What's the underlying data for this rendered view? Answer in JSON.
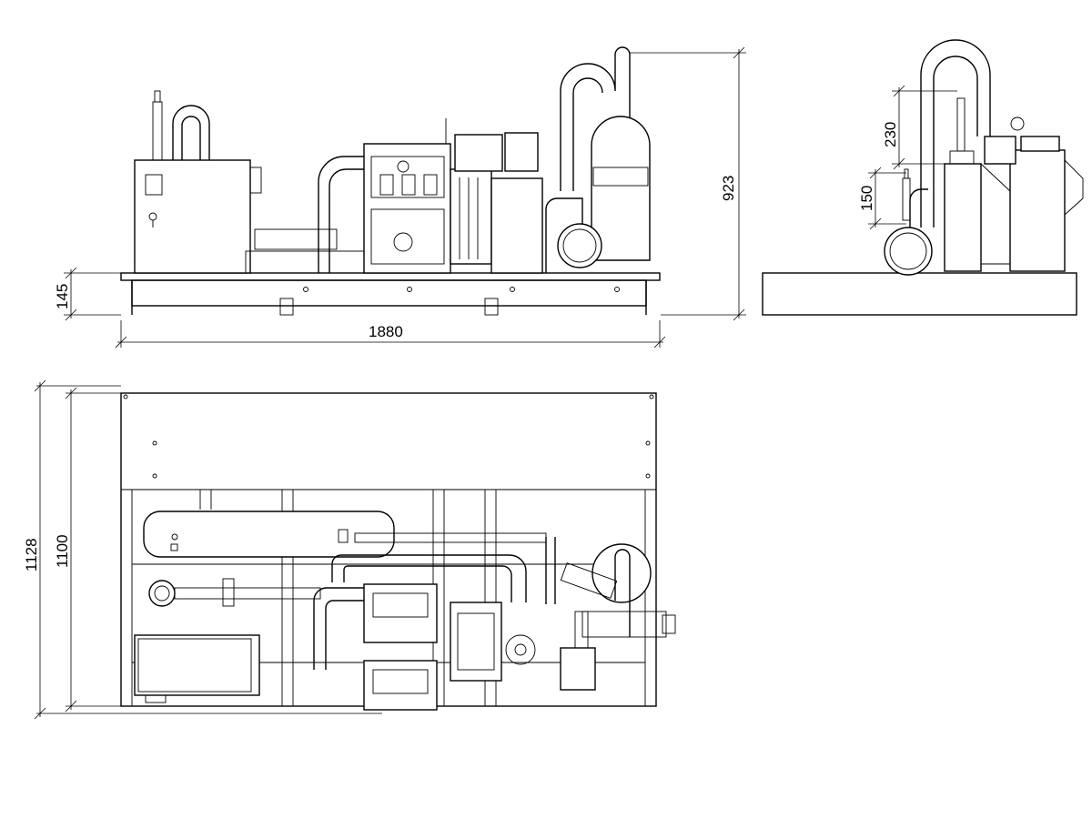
{
  "dimensions": {
    "frame_height": "145",
    "total_height": "923",
    "length": "1880",
    "total_width": "1128",
    "frame_width": "1100",
    "side_dim_upper": "230",
    "side_dim_lower": "150"
  }
}
